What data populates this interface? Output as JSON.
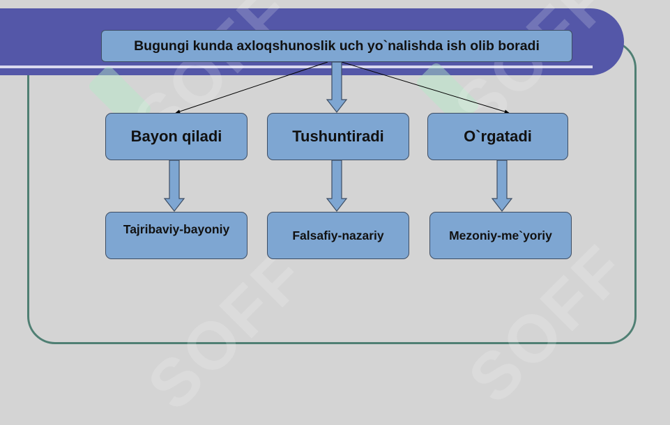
{
  "diagram": {
    "title": "Bugungi kunda axloqshunoslik uch yo`nalishda ish olib boradi",
    "branches": [
      {
        "label": "Bayon qiladi",
        "result": "Tajribaviy-bayoniy"
      },
      {
        "label": "Tushuntiradi",
        "result": "Falsafiy-nazariy"
      },
      {
        "label": "O`rgatadi",
        "result": "Mezoniy-me`yoriy"
      }
    ]
  },
  "watermark": "SOFF",
  "colors": {
    "background": "#d4d4d4",
    "banner": "#5457a8",
    "box_fill": "#7ea6d2",
    "frame": "#4f7f73"
  }
}
